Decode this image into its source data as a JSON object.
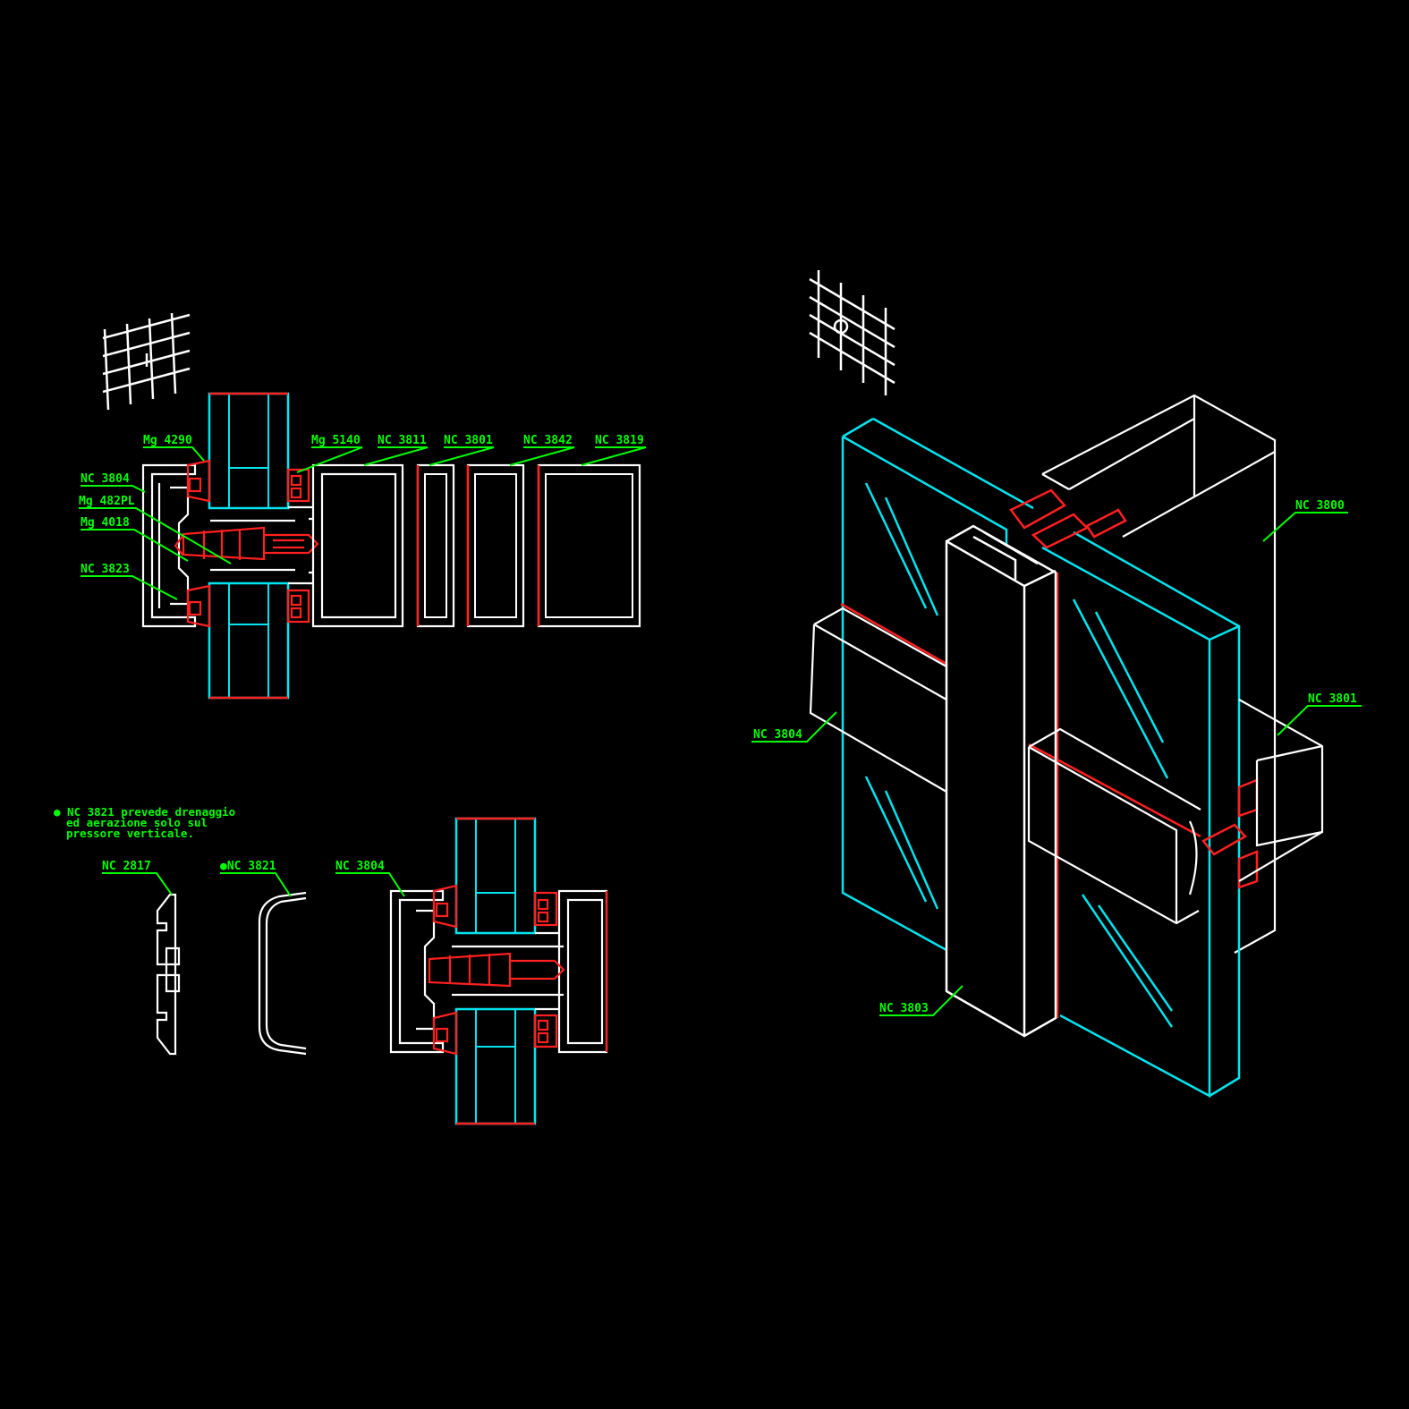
{
  "colors": {
    "background": "#000000",
    "profile": "#ffffff",
    "glass": "#00e5f0",
    "gasket": "#ff2020",
    "annotation": "#00ff00"
  },
  "section_top": {
    "labels": {
      "mg4290": "Mg 4290",
      "mg5140": "Mg 5140",
      "nc3811": "NC 3811",
      "nc3801": "NC 3801",
      "nc3842": "NC 3842",
      "nc3819": "NC 3819",
      "nc3804": "NC 3804",
      "mg482pl": "Mg 482PL",
      "mg4018": "Mg 4018",
      "nc3823": "NC 3823"
    }
  },
  "section_bottom": {
    "note": [
      "● NC 3821 prevede drenaggio",
      "ed aerazione solo sul",
      "pressore verticale."
    ],
    "labels": {
      "nc2817": "NC 2817",
      "nc3821": "●NC 3821",
      "nc3804": "NC 3804"
    }
  },
  "isometric": {
    "labels": {
      "nc3800": "NC 3800",
      "nc3801": "NC 3801",
      "nc3804": "NC 3804",
      "nc3803": "NC 3803"
    }
  }
}
